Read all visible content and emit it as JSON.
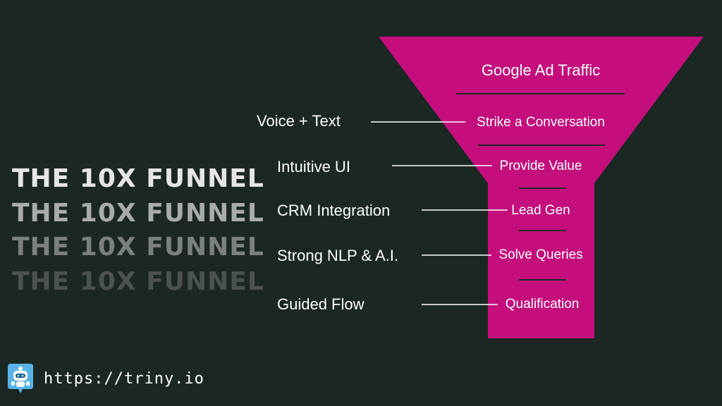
{
  "title": {
    "text": "THE 10X FUNNEL",
    "repeats": [
      {
        "color": "#e6e6e6"
      },
      {
        "color": "#a9acab"
      },
      {
        "color": "#7b807e"
      },
      {
        "color": "#4b5250"
      }
    ]
  },
  "funnel": {
    "color": "#c30e7c",
    "stages": [
      {
        "label": "Google Ad Traffic"
      },
      {
        "label": "Strike a Conversation"
      },
      {
        "label": "Provide Value"
      },
      {
        "label": "Lead Gen"
      },
      {
        "label": "Solve Queries"
      },
      {
        "label": "Qualification"
      }
    ]
  },
  "features": [
    {
      "label": "Voice + Text"
    },
    {
      "label": "Intuitive UI"
    },
    {
      "label": "CRM Integration"
    },
    {
      "label": "Strong NLP & A.I."
    },
    {
      "label": "Guided Flow"
    }
  ],
  "footer": {
    "logo_icon": "robot-icon",
    "url": "https://triny.io"
  }
}
